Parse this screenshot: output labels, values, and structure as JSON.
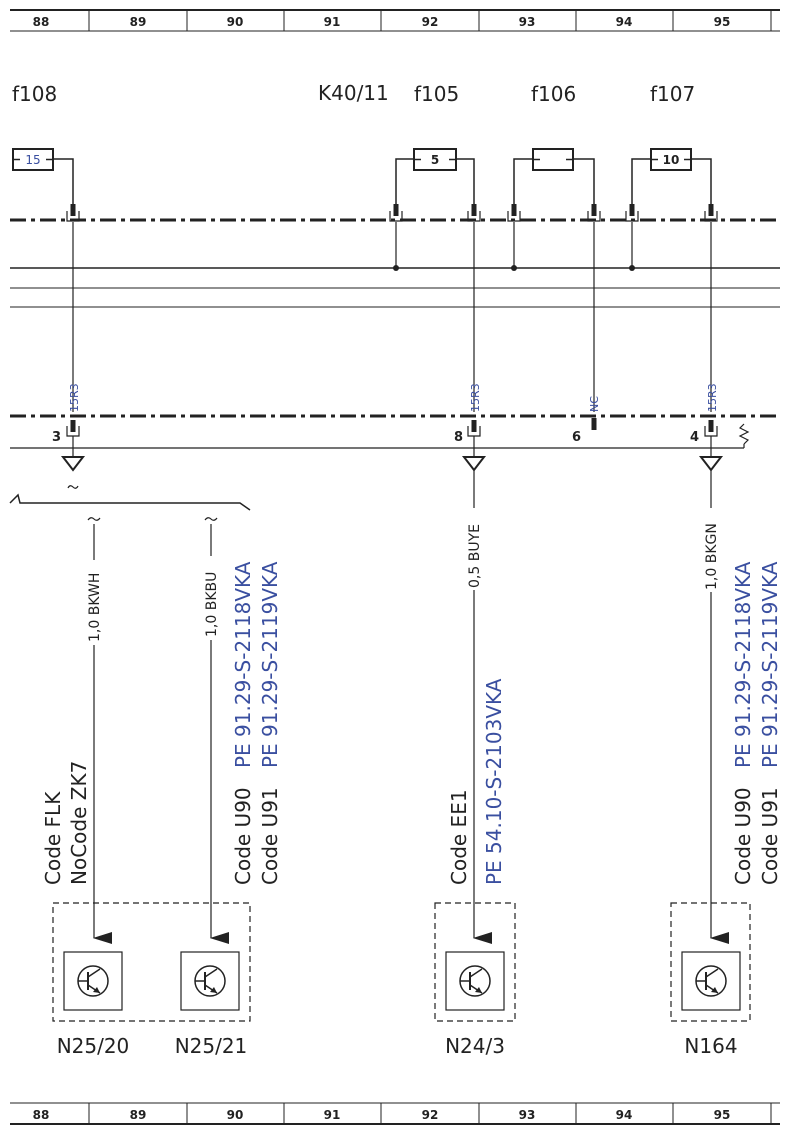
{
  "grid_columns": [
    "88",
    "89",
    "90",
    "91",
    "92",
    "93",
    "94",
    "95"
  ],
  "components": {
    "f108": "f108",
    "k40_11": "K40/11",
    "f105": "f105",
    "f106": "f106",
    "f107": "f107"
  },
  "fuses": {
    "f108_value": "15",
    "f105_value": "5",
    "f106_value": "",
    "f107_value": "10"
  },
  "wire_tags": {
    "a": "15R3",
    "b": "15R3",
    "c": "NC",
    "d": "15R3"
  },
  "pins": {
    "p3": "3",
    "p8": "8",
    "p6": "6",
    "p4": "4"
  },
  "wires": {
    "w1": "1,0 BKWH",
    "w2": "1,0 BKBU",
    "w3": "0,5 BUYE",
    "w4": "1,0 BKGN"
  },
  "codes": {
    "c1a": "Code FLK",
    "c1b": "NoCode ZK7",
    "c2a": "Code U90",
    "c2a_pe": "PE 91.29-S-2118VKA",
    "c2b": "Code U91",
    "c2b_pe": "PE 91.29-S-2119VKA",
    "c3a": "Code EE1",
    "c3a_pe": "PE 54.10-S-2103VKA",
    "c4a": "Code U90",
    "c4a_pe": "PE 91.29-S-2118VKA",
    "c4b": "Code U91",
    "c4b_pe": "PE 91.29-S-2119VKA"
  },
  "devices": {
    "n25_20": "N25/20",
    "n25_21": "N25/21",
    "n24_3": "N24/3",
    "n164": "N164"
  }
}
